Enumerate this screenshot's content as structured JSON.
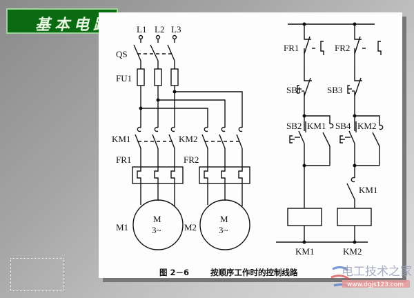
{
  "banner": {
    "title": "基本电路",
    "visible_text": "基本电路",
    "bg_color": "#0b6b12",
    "border_color": "#9fd49a"
  },
  "diagram": {
    "power_circuit": {
      "phases": [
        "L1",
        "L2",
        "L3"
      ],
      "switch": "QS",
      "fuse": "FU1",
      "contactors": [
        "KM1",
        "KM2"
      ],
      "overloads": [
        "FR1",
        "FR2"
      ],
      "motors": [
        {
          "label": "M1",
          "symbol": "M",
          "phase": "3~"
        },
        {
          "label": "M2",
          "symbol": "M",
          "phase": "3~"
        }
      ]
    },
    "control_circuit": {
      "overload_contacts": [
        "FR1",
        "FR2"
      ],
      "stop_buttons": [
        "SB1",
        "SB3"
      ],
      "start_buttons": [
        "SB2",
        "SB4"
      ],
      "holding_contacts": [
        "KM1",
        "KM2"
      ],
      "interlock_contact": "KM1",
      "coils": [
        "KM1",
        "KM2"
      ]
    },
    "caption": {
      "figure": "图 2－6",
      "title": "按顺序工作时的控制线路"
    }
  },
  "watermark": {
    "name": "电工技术之家",
    "url": "www.dgjs123.com"
  }
}
